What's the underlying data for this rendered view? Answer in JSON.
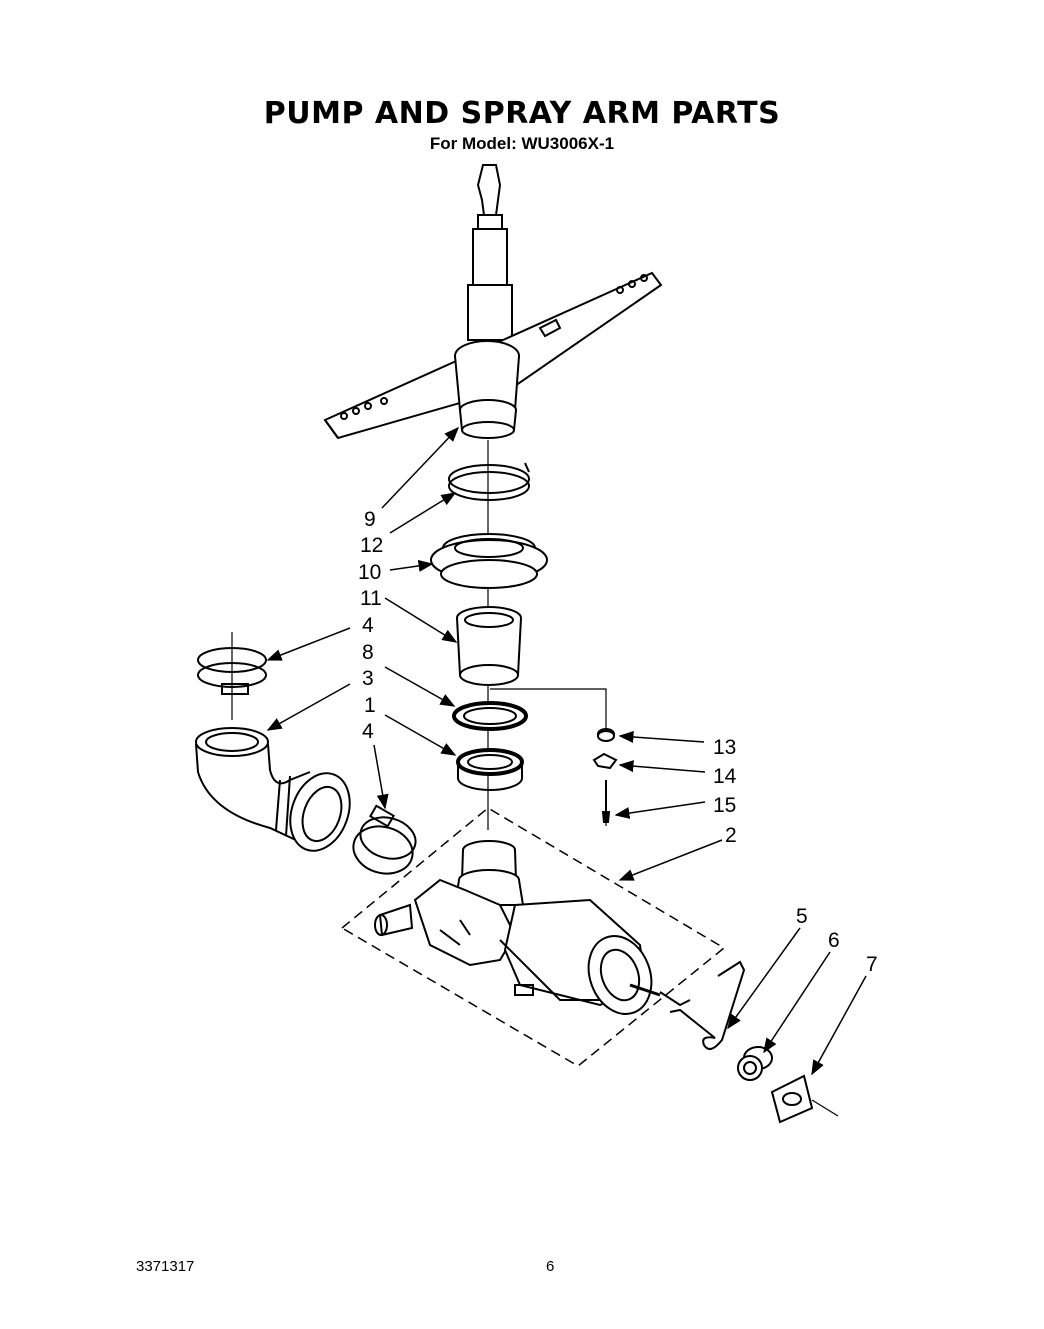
{
  "header": {
    "title": "PUMP AND SPRAY ARM PARTS",
    "subtitle": "For Model: WU3006X-1"
  },
  "footer": {
    "doc_number": "3371317",
    "page_number": "6"
  },
  "callouts": [
    {
      "id": "c9",
      "label": "9"
    },
    {
      "id": "c12",
      "label": "12"
    },
    {
      "id": "c10",
      "label": "10"
    },
    {
      "id": "c11",
      "label": "11"
    },
    {
      "id": "c4a",
      "label": "4"
    },
    {
      "id": "c8",
      "label": "8"
    },
    {
      "id": "c3",
      "label": "3"
    },
    {
      "id": "c1",
      "label": "1"
    },
    {
      "id": "c4b",
      "label": "4"
    },
    {
      "id": "c13",
      "label": "13"
    },
    {
      "id": "c14",
      "label": "14"
    },
    {
      "id": "c15",
      "label": "15"
    },
    {
      "id": "c2",
      "label": "2"
    },
    {
      "id": "c5",
      "label": "5"
    },
    {
      "id": "c6",
      "label": "6"
    },
    {
      "id": "c7",
      "label": "7"
    }
  ]
}
